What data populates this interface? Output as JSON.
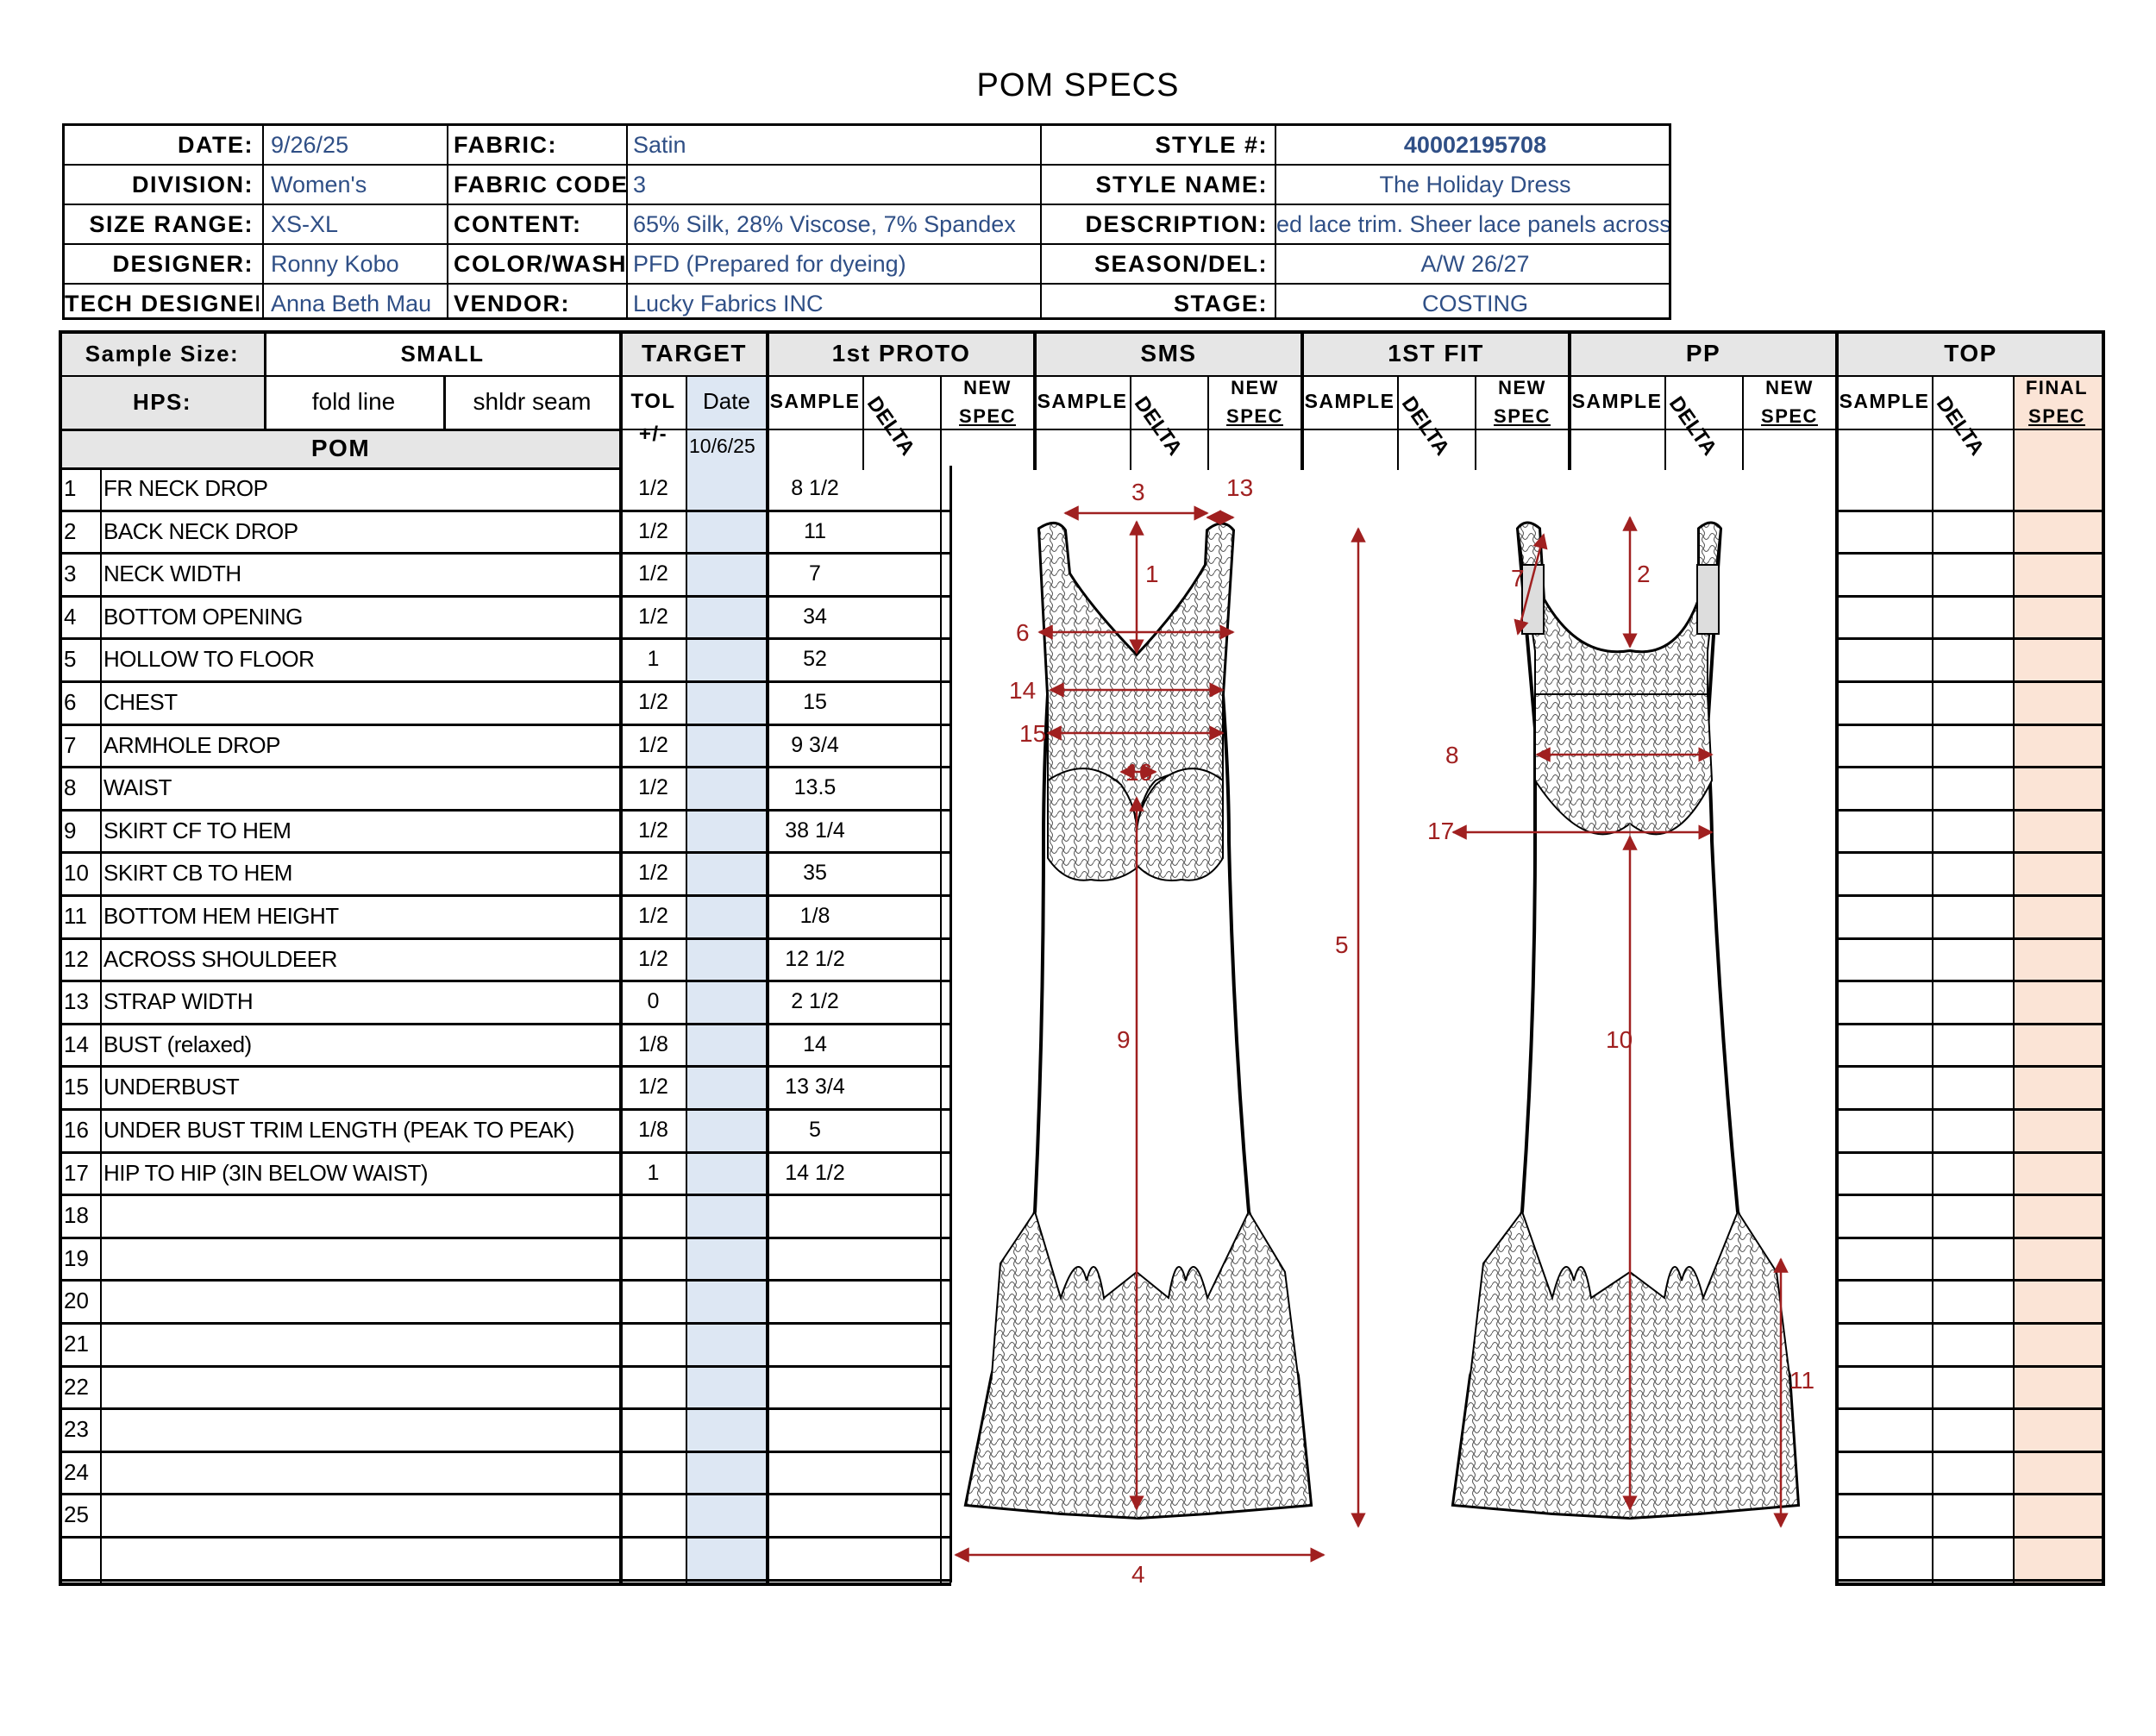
{
  "page_title": "POM SPECS",
  "header": {
    "date_label": "DATE:",
    "date": "9/26/25",
    "division_label": "DIVISION:",
    "division": "Women's",
    "size_range_label": "SIZE RANGE:",
    "size_range": "XS-XL",
    "designer_label": "DESIGNER:",
    "designer": "Ronny Kobo",
    "tech_designer_label": "TECH DESIGNER:",
    "tech_designer": "Anna Beth Mau",
    "fabric_label": "FABRIC:",
    "fabric": "Satin",
    "fabric_code_label": "FABRIC CODE:",
    "fabric_code": "3",
    "content_label": "CONTENT:",
    "content": "65% Silk, 28% Viscose, 7% Spandex",
    "color_wash_label": "COLOR/WASH:",
    "color_wash": "PFD (Prepared for dyeing)",
    "vendor_label": "VENDOR:",
    "vendor": "Lucky Fabrics INC",
    "style_no_label": "STYLE #:",
    "style_no": "40002195708",
    "style_name_label": "STYLE NAME:",
    "style_name": "The Holiday Dress",
    "description_label": "DESCRIPTION:",
    "description": "ed lace trim. Sheer lace panels across th",
    "season_label": "SEASON/DEL:",
    "season": "A/W 26/27",
    "stage_label": "STAGE:",
    "stage": "COSTING"
  },
  "table": {
    "sample_size_label": "Sample Size:",
    "sample_size": "SMALL",
    "hps_label": "HPS:",
    "hps_option_1": "fold line",
    "hps_option_2": "shldr seam",
    "pom_label": "POM",
    "target_label": "TARGET",
    "tol_label": "TOL",
    "tol_sub": "+/-",
    "date_label": "Date",
    "date_value": "10/6/25",
    "stages": [
      "1st PROTO",
      "SMS",
      "1ST FIT",
      "PP",
      "TOP"
    ],
    "sample_label": "SAMPLE",
    "delta_label": "DELTA",
    "new_label": "NEW",
    "spec_label": "SPEC",
    "final_label": "FINAL",
    "rows": [
      {
        "n": "1",
        "pom": "FR NECK DROP",
        "tol": "1/2",
        "target": "8 1/2"
      },
      {
        "n": "2",
        "pom": "BACK NECK DROP",
        "tol": "1/2",
        "target": "11"
      },
      {
        "n": "3",
        "pom": "NECK WIDTH",
        "tol": "1/2",
        "target": "7"
      },
      {
        "n": "4",
        "pom": "BOTTOM OPENING",
        "tol": "1/2",
        "target": "34"
      },
      {
        "n": "5",
        "pom": "HOLLOW TO FLOOR",
        "tol": "1",
        "target": "52"
      },
      {
        "n": "6",
        "pom": "CHEST",
        "tol": "1/2",
        "target": "15"
      },
      {
        "n": "7",
        "pom": "ARMHOLE DROP",
        "tol": "1/2",
        "target": "9 3/4"
      },
      {
        "n": "8",
        "pom": "WAIST",
        "tol": "1/2",
        "target": "13.5"
      },
      {
        "n": "9",
        "pom": "SKIRT CF TO HEM",
        "tol": "1/2",
        "target": "38 1/4"
      },
      {
        "n": "10",
        "pom": "SKIRT CB TO HEM",
        "tol": "1/2",
        "target": "35"
      },
      {
        "n": "11",
        "pom": "BOTTOM HEM HEIGHT",
        "tol": "1/2",
        "target": "1/8"
      },
      {
        "n": "12",
        "pom": "ACROSS SHOULDEER",
        "tol": "1/2",
        "target": "12 1/2"
      },
      {
        "n": "13",
        "pom": "STRAP WIDTH",
        "tol": "0",
        "target": "2 1/2"
      },
      {
        "n": "14",
        "pom": "BUST (relaxed)",
        "tol": "1/8",
        "target": "14"
      },
      {
        "n": "15",
        "pom": "UNDERBUST",
        "tol": "1/2",
        "target": "13 3/4"
      },
      {
        "n": "16",
        "pom": "UNDER BUST TRIM LENGTH (PEAK TO PEAK)",
        "tol": "1/8",
        "target": "5"
      },
      {
        "n": "17",
        "pom": "HIP TO HIP (3IN BELOW WAIST)",
        "tol": "1",
        "target": "14 1/2"
      },
      {
        "n": "18",
        "pom": "",
        "tol": "",
        "target": ""
      },
      {
        "n": "19",
        "pom": "",
        "tol": "",
        "target": ""
      },
      {
        "n": "20",
        "pom": "",
        "tol": "",
        "target": ""
      },
      {
        "n": "21",
        "pom": "",
        "tol": "",
        "target": ""
      },
      {
        "n": "22",
        "pom": "",
        "tol": "",
        "target": ""
      },
      {
        "n": "23",
        "pom": "",
        "tol": "",
        "target": ""
      },
      {
        "n": "24",
        "pom": "",
        "tol": "",
        "target": ""
      },
      {
        "n": "25",
        "pom": "",
        "tol": "",
        "target": ""
      },
      {
        "n": "",
        "pom": "",
        "tol": "",
        "target": ""
      }
    ]
  },
  "sketch_labels": {
    "front": [
      "3",
      "13",
      "1",
      "6",
      "14",
      "15",
      "16",
      "9",
      "4"
    ],
    "side": [
      "5"
    ],
    "back": [
      "7",
      "2",
      "8",
      "17",
      "10",
      "11"
    ]
  },
  "colors": {
    "value_text": "#2f4f86",
    "dimension": "#a02020",
    "blue_col": "#dde7f3",
    "final_col": "#fbe4d6",
    "header_gray": "#e6e6e6"
  }
}
